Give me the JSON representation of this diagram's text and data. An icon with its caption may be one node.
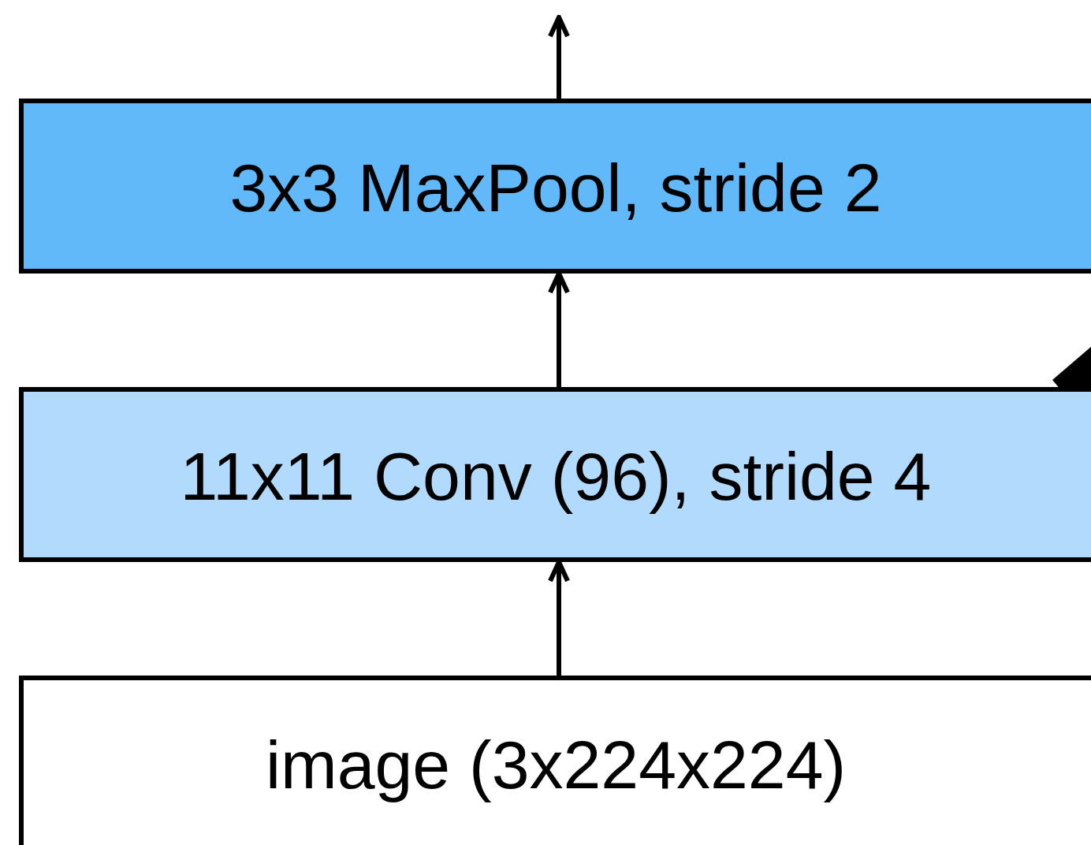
{
  "diagram": {
    "nodes": [
      {
        "text": [
          "3x3 MaxPool, stride 2"
        ]
      },
      {
        "text": [
          "11x11 Conv (96), stride 4"
        ]
      },
      {
        "text": [
          "image (3x224x224)"
        ]
      }
    ],
    "edges": [
      {
        "from": 2,
        "to": 1,
        "arrow": "to"
      },
      {
        "from": 1,
        "to": 0,
        "arrow": "to"
      },
      {
        "from": 0,
        "to": null,
        "arrow": "to"
      }
    ]
  }
}
